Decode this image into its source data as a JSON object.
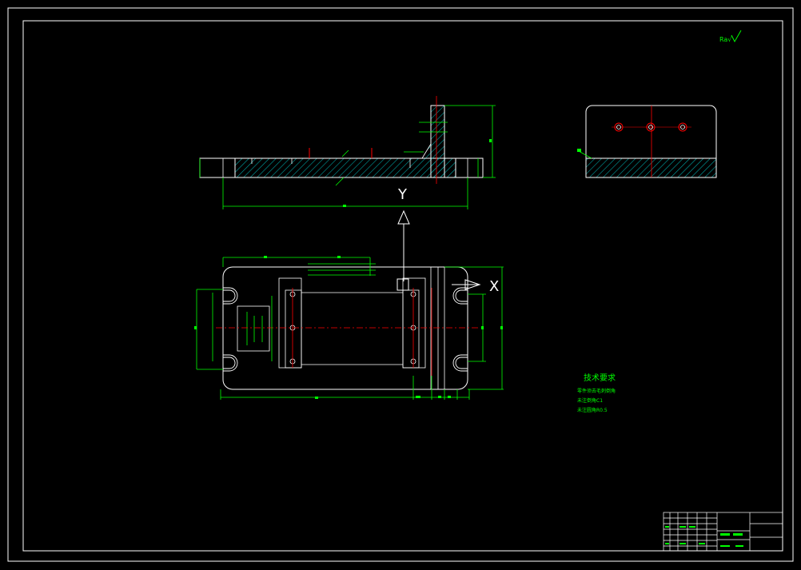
{
  "view_labels": {
    "top_view_arrow": "Y",
    "front_view_arrow": "X"
  },
  "tech_requirements": {
    "title": "技术要求",
    "lines": [
      "零件须去毛刺倒角",
      "未注倒角C1",
      "未注圆角R0.5"
    ]
  },
  "surface_finish": "Ra√",
  "colors": {
    "background": "#000000",
    "border": "#ffffff",
    "outline": "#ffffff",
    "dimension": "#00ff00",
    "hatch": "#00a0a0",
    "centerline": "#ff0000"
  }
}
